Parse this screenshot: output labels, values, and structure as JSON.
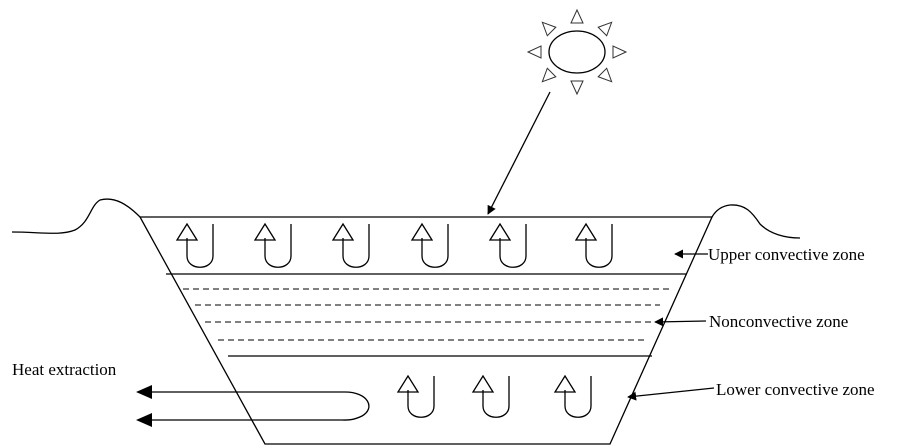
{
  "labels": {
    "upper_zone": "Upper convective zone",
    "nonconvective_zone": "Nonconvective zone",
    "lower_zone": "Lower convective zone",
    "heat_extraction": "Heat extraction"
  },
  "icons": {
    "sun": "sun-icon",
    "convection": "convection-loop-icon"
  },
  "colors": {
    "stroke": "#000000",
    "background": "#ffffff"
  }
}
